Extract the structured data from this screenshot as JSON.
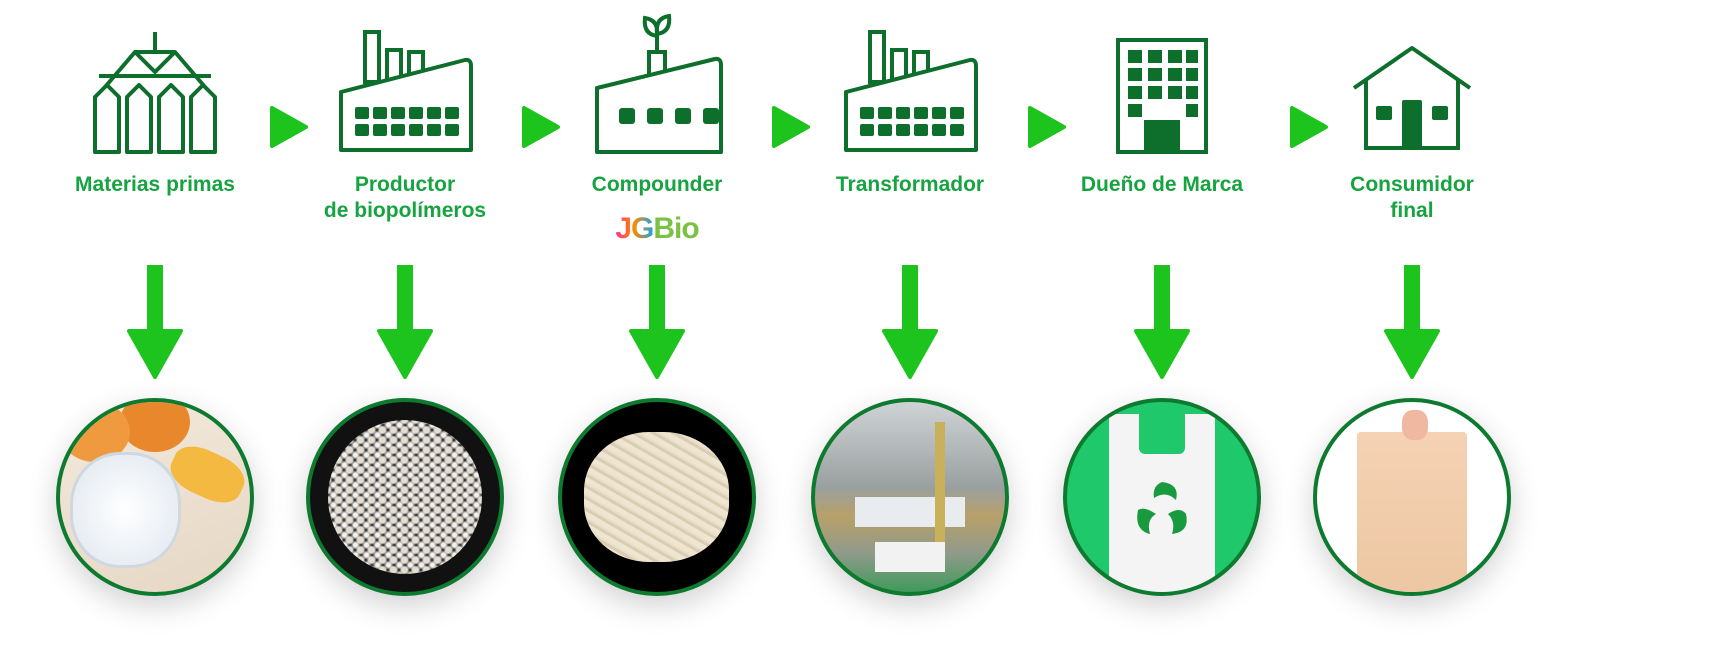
{
  "colors": {
    "icon": "#0e6e2c",
    "label": "#16a340",
    "arrow": "#1ec41e",
    "border": "#0e7a2f"
  },
  "steps": [
    {
      "label": "Materias primas",
      "icon": "silo-icon",
      "image": "starch-potato-photo"
    },
    {
      "label": "Productor de biopolímeros",
      "line1": "Productor",
      "line2": "de biopolímeros",
      "icon": "factory-icon",
      "image": "white-pellets-photo"
    },
    {
      "label": "Compounder",
      "icon": "eco-factory-icon",
      "image": "compound-pellets-photo",
      "logo": "JGBio"
    },
    {
      "label": "Transformador",
      "icon": "factory-icon",
      "image": "film-extrusion-plant-photo"
    },
    {
      "label": "Dueño de Marca",
      "icon": "building-icon",
      "image": "compostable-bag-photo"
    },
    {
      "label": "Consumidor final",
      "line1": "Consumidor",
      "line2": "final",
      "icon": "house-icon",
      "image": "compostable-bag-hand-photo"
    }
  ]
}
